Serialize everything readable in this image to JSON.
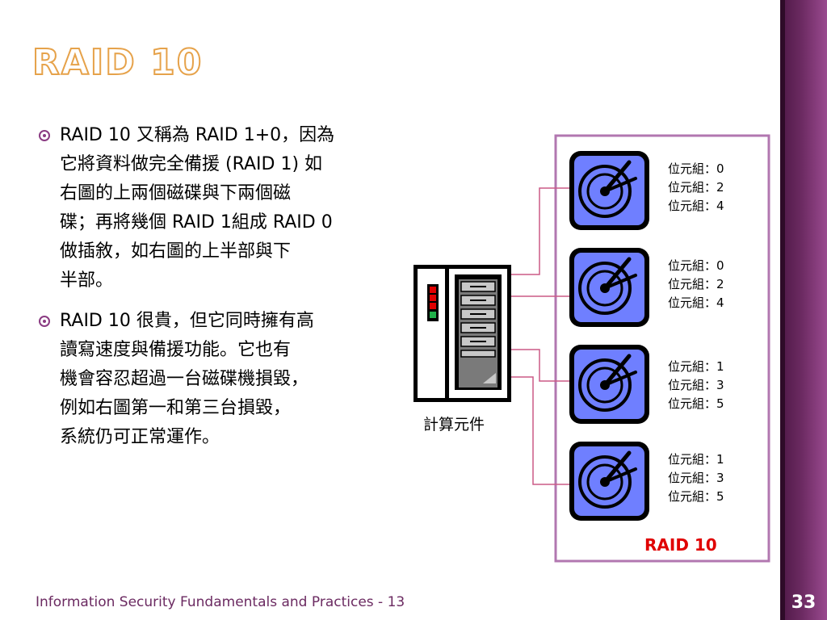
{
  "slide": {
    "title": "RAID 10",
    "bullets": [
      {
        "lines": [
          "RAID 10 又稱為 RAID 1+0，因為",
          "它將資料做完全備援 (RAID 1) 如",
          "右圖的上兩個磁碟與下兩個磁",
          "碟；再將幾個 RAID 1組成 RAID 0",
          "做插敘，如右圖的上半部與下",
          "半部。"
        ]
      },
      {
        "lines": [
          "RAID 10 很貴，但它同時擁有高",
          "讀寫速度與備援功能。它也有",
          "機會容忍超過一台磁碟機損毀，",
          "例如右圖第一和第三台損毀，",
          "系統仍可正常運作。"
        ]
      }
    ],
    "footer": "Information Security Fundamentals and Practices - 13",
    "page_number": "33"
  },
  "diagram": {
    "computer_label": "計算元件",
    "raid_label": "RAID 10",
    "disks": [
      {
        "bytes": [
          "位元組：0",
          "位元組：2",
          "位元組：4"
        ]
      },
      {
        "bytes": [
          "位元組：0",
          "位元組：2",
          "位元組：4"
        ]
      },
      {
        "bytes": [
          "位元組：1",
          "位元組：3",
          "位元組：5"
        ]
      },
      {
        "bytes": [
          "位元組：1",
          "位元組：3",
          "位元組：5"
        ]
      }
    ],
    "colors": {
      "frame": "#b277b0",
      "connector": "#cc5a86",
      "disk_fill": "#6f7fff",
      "disk_stroke": "#000000",
      "raid_label": "#e00000"
    }
  }
}
